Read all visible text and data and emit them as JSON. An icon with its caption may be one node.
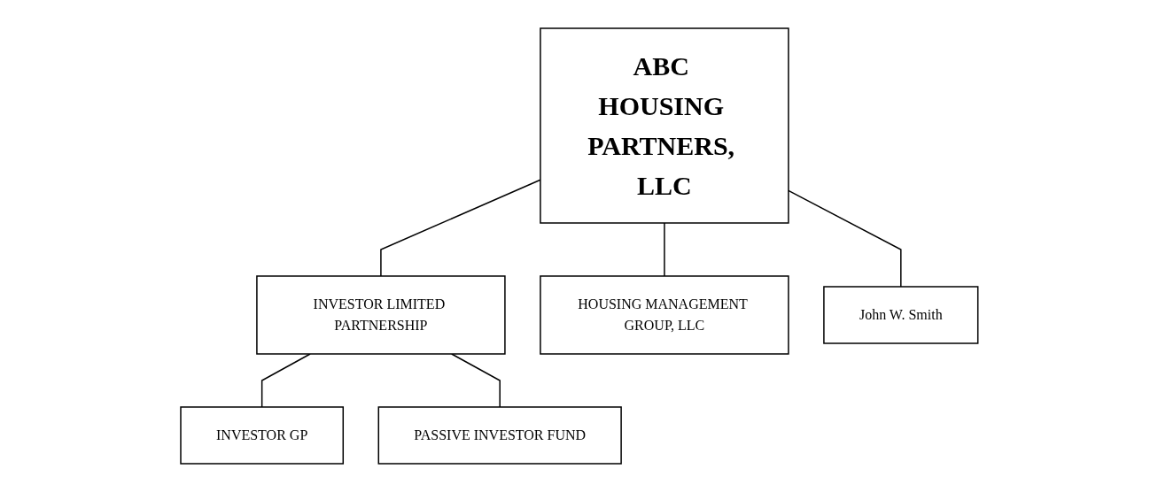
{
  "diagram": {
    "nodes": [
      {
        "text": [
          "ABC HOUSING PARTNERS, LLC"
        ]
      },
      {
        "text": [
          "INVESTOR LIMITED PARTNERSHIP"
        ]
      },
      {
        "text": [
          "HOUSING MANAGEMENT GROUP, LLC"
        ]
      },
      {
        "text": [
          "John W. Smith"
        ]
      },
      {
        "text": [
          "INVESTOR GP"
        ]
      },
      {
        "text": [
          "PASSIVE INVESTOR FUND"
        ]
      }
    ],
    "edges": [
      {
        "from": 0,
        "to": 1,
        "arrow": "none"
      },
      {
        "from": 0,
        "to": 2,
        "arrow": "none"
      },
      {
        "from": 0,
        "to": 3,
        "arrow": "none"
      },
      {
        "from": 1,
        "to": 4,
        "arrow": "none"
      },
      {
        "from": 1,
        "to": 5,
        "arrow": "none"
      }
    ]
  }
}
